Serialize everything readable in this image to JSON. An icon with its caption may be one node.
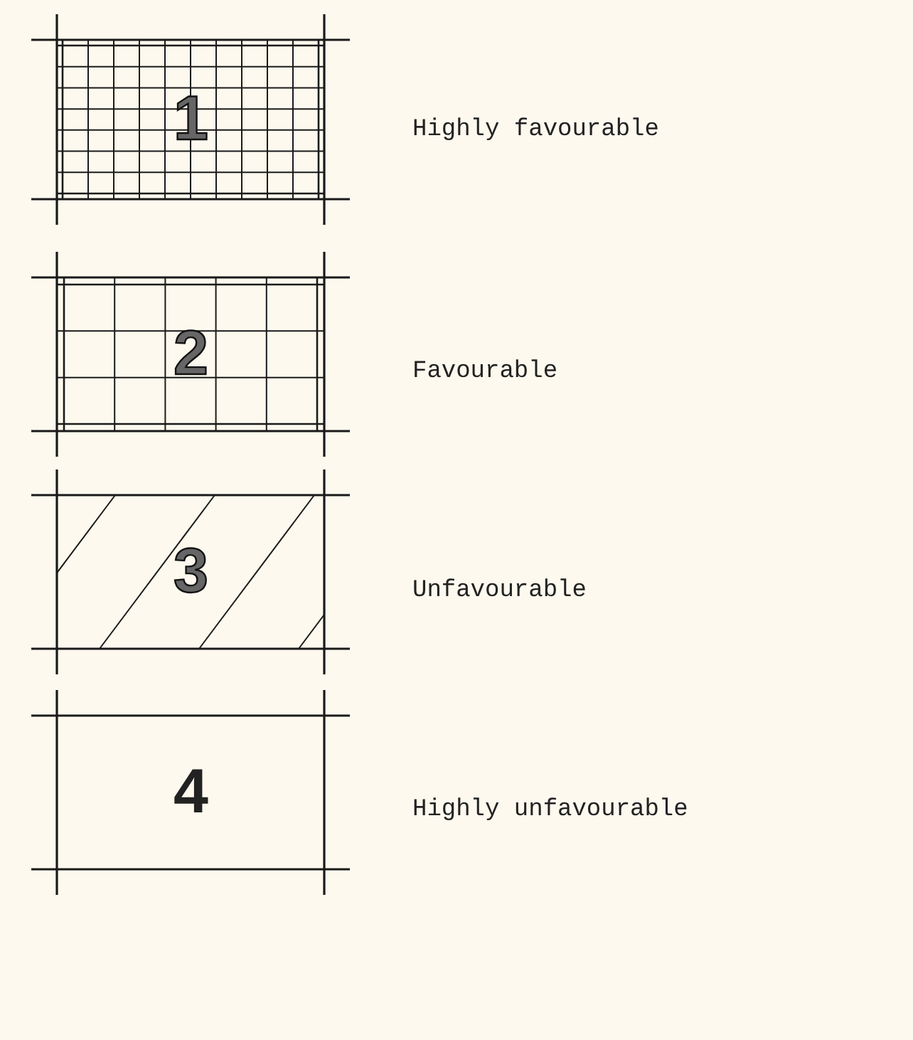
{
  "diagram": {
    "nodes": [
      {
        "text": [
          "1"
        ],
        "beside": [
          "Highly favourable"
        ]
      },
      {
        "text": [
          "2"
        ],
        "beside": [
          "Favourable"
        ]
      },
      {
        "text": [
          "3"
        ],
        "beside": [
          "Unfavourable"
        ]
      },
      {
        "text": [
          "4"
        ],
        "beside": [
          "Highly unfavourable"
        ]
      }
    ]
  }
}
